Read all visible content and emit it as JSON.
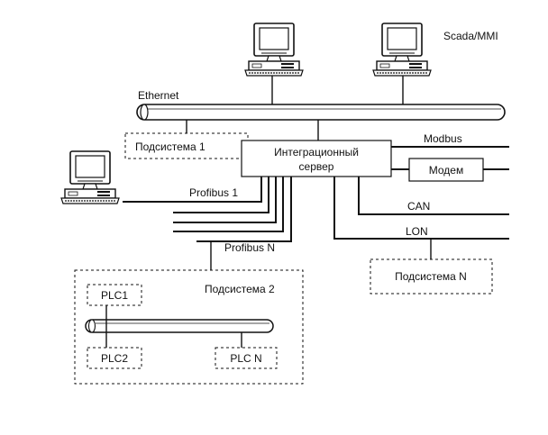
{
  "labels": {
    "scada": "Scada/MMI",
    "ethernet": "Ethernet",
    "subsystem1": "Подсистема 1",
    "server_line1": "Интеграционный",
    "server_line2": "сервер",
    "modbus": "Modbus",
    "modem": "Модем",
    "profibus1": "Profibus 1",
    "can": "CAN",
    "lon": "LON",
    "profibusN": "Profibus N",
    "subsystemN": "Подсистема N",
    "subsystem2": "Подсистема 2",
    "plc1": "PLC1",
    "plc2": "PLC2",
    "plcN": "PLC N"
  },
  "icons": {
    "computer": "computer-icon",
    "bus": "bus-cable-icon"
  }
}
